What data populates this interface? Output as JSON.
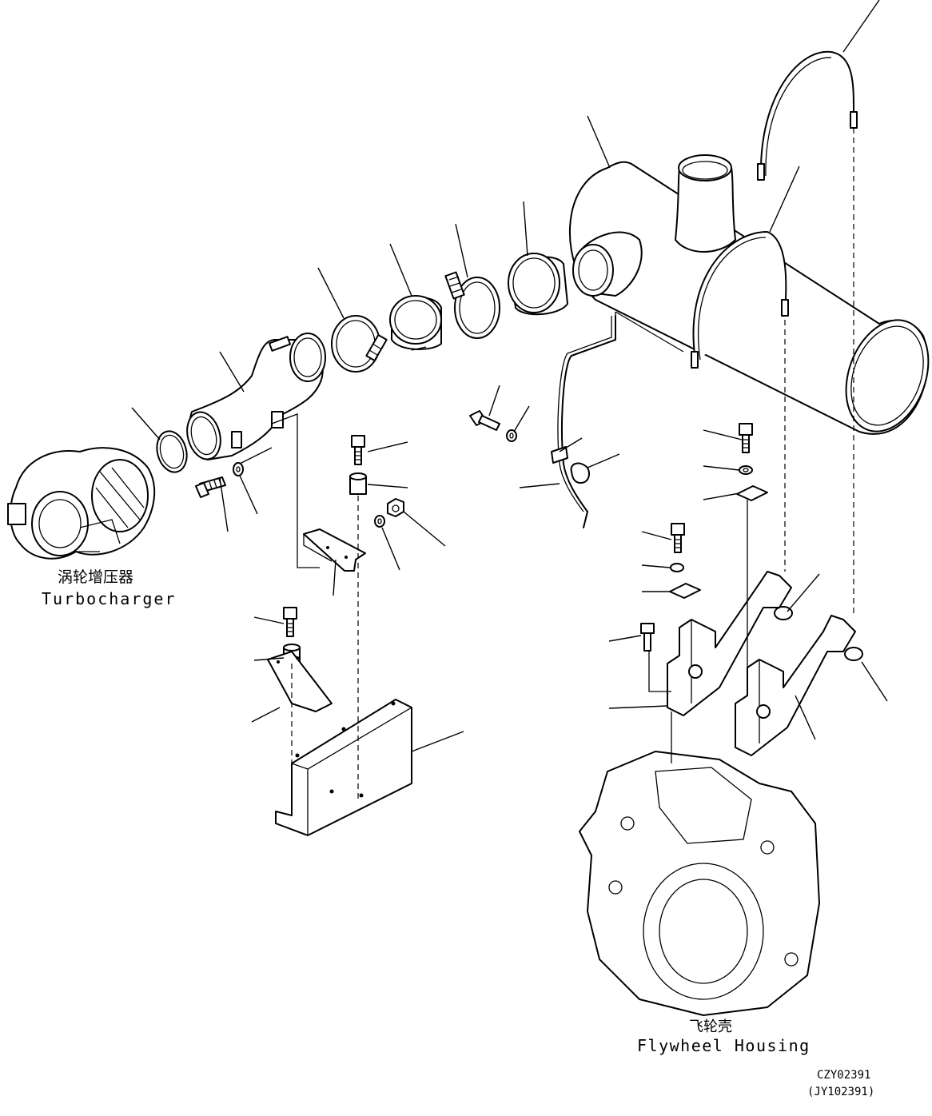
{
  "labels": {
    "turbocharger_zh": "涡轮增压器",
    "turbocharger_en": "Turbocharger",
    "flywheel_zh": "飞轮壳",
    "flywheel_en": "Flywheel Housing",
    "drawing_code": "CZY02391",
    "drawing_ref": "(JY102391)"
  }
}
